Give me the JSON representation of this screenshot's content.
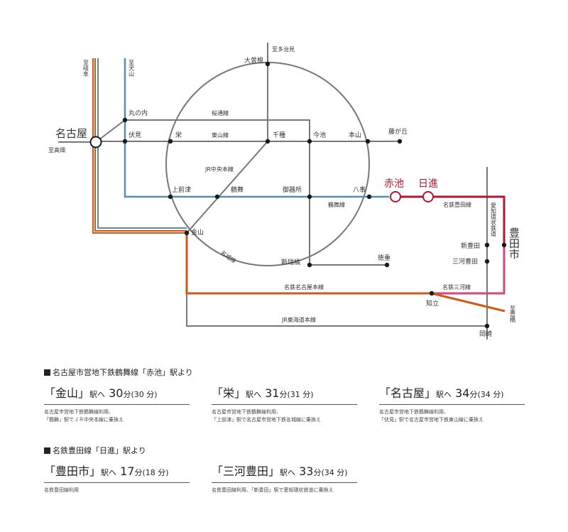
{
  "map": {
    "stations": {
      "nagoya": "名古屋",
      "marunouchi": "丸の内",
      "fushimi": "伏見",
      "sakae": "栄",
      "chikusa": "千種",
      "imaike": "今池",
      "motoyama": "本山",
      "fujigaoka": "藤が丘",
      "ozone": "大曽根",
      "kamimaezu": "上前津",
      "tsurumai": "鶴舞",
      "gokiso": "御器所",
      "yagoto": "八事",
      "akaike": "赤池",
      "nisshin": "日進",
      "kanayama": "金山",
      "aratamabashi": "新瑞橋",
      "tokushige": "徳重",
      "shintoyota": "新豊田",
      "mikawatoyota": "三河豊田",
      "chiryu": "知立",
      "okazaki": "岡崎",
      "toyota_city": "豊田市"
    },
    "lines": {
      "sakuradori": "桜通線",
      "higashiyama": "東山線",
      "chuo": "JR中央本線",
      "tsurumai_line": "鶴舞線",
      "meijo": "名城線",
      "meitetsu_toyota": "名鉄豊田線",
      "aichi_kanjo": "愛知環状鉄道",
      "meitetsu_nagoya": "名鉄名古屋本線",
      "meitetsu_mikawa": "名鉄三河線",
      "tokaido": "JR東海道本線"
    },
    "directions": {
      "gifu": "至岐阜",
      "inuyama": "至犬山",
      "tajimi": "至多治見",
      "takabata": "至高畑",
      "toyohashi": "至豊橋"
    },
    "colors": {
      "orange": "#d2581a",
      "blue": "#5b8ca9",
      "gray": "#777777",
      "red": "#b0182b",
      "pink": "#d4467f",
      "dark": "#1a1a1a"
    }
  },
  "section1": {
    "heading": "名古屋市営地下鉄鶴舞線「赤池」駅より",
    "routes": [
      {
        "station": "「金山」",
        "eki": "駅へ",
        "minutes": "30",
        "unit": "分",
        "paren": "(30 分)",
        "note1": "名古屋市営地下鉄鶴舞線利用、",
        "note2": "「鶴舞」駅でＪＲ中央本線に乗換え"
      },
      {
        "station": "「栄」",
        "eki": "駅へ",
        "minutes": "31",
        "unit": "分",
        "paren": "(31 分)",
        "note1": "名古屋市営地下鉄鶴舞線利用、",
        "note2": "「上前津」駅で名古屋市営地下鉄名城線に乗換え"
      },
      {
        "station": "「名古屋」",
        "eki": "駅へ",
        "minutes": "34",
        "unit": "分",
        "paren": "(34 分)",
        "note1": "名古屋市営地下鉄鶴舞線利用、",
        "note2": "「伏見」駅で名古屋市営地下鉄東山線に乗換え"
      }
    ]
  },
  "section2": {
    "heading": "名鉄豊田線「日進」駅より",
    "routes": [
      {
        "station": "「豊田市」",
        "eki": "駅へ",
        "minutes": "17",
        "unit": "分",
        "paren": "(18 分)",
        "note1": "名鉄豊田線利用",
        "note2": ""
      },
      {
        "station": "「三河豊田」",
        "eki": "駅へ",
        "minutes": "33",
        "unit": "分",
        "paren": "(34 分)",
        "note1": "名鉄豊田線利用、「新豊田」駅で愛知環状鉄道に乗換え",
        "note2": ""
      }
    ]
  }
}
